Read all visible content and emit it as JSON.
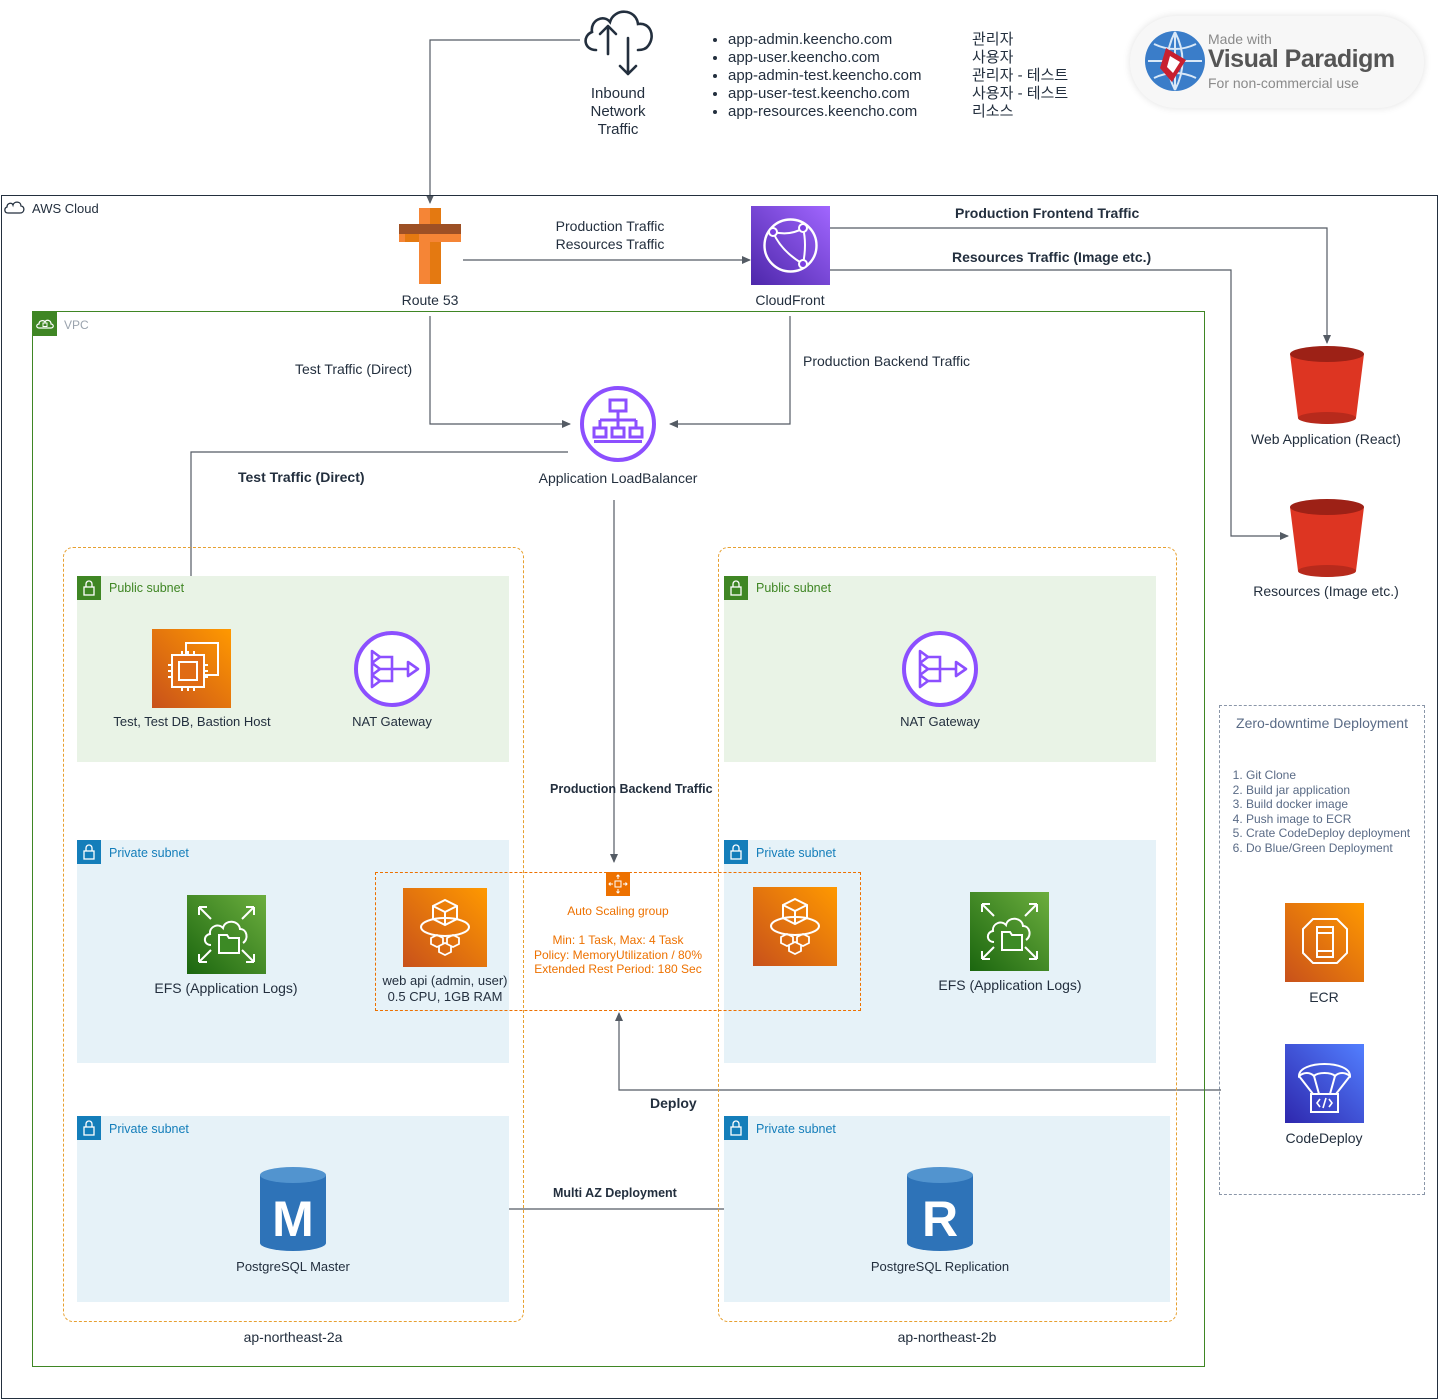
{
  "inbound": {
    "label": "Inbound\nNetwork\nTraffic"
  },
  "domains": [
    {
      "host": "app-admin.keencho.com",
      "desc": "관리자"
    },
    {
      "host": "app-user.keencho.com",
      "desc": "사용자"
    },
    {
      "host": "app-admin-test.keencho.com",
      "desc": "관리자 - 테스트"
    },
    {
      "host": "app-user-test.keencho.com",
      "desc": "사용자 - 테스트"
    },
    {
      "host": "app-resources.keencho.com",
      "desc": "리소스"
    }
  ],
  "watermark": {
    "line1": "Made with",
    "line2": "Visual Paradigm",
    "line3": "For non-commercial use"
  },
  "aws_cloud": {
    "label": "AWS Cloud"
  },
  "vpc": {
    "label": "VPC"
  },
  "nodes": {
    "route53": "Route 53",
    "cloudfront": "CloudFront",
    "alb": "Application LoadBalancer",
    "s3_web": "Web Application (React)",
    "s3_resources": "Resources (Image etc.)",
    "test_host": "Test, Test DB, Bastion Host",
    "nat_a": "NAT Gateway",
    "nat_b": "NAT Gateway",
    "efs_a": "EFS (Application Logs)",
    "efs_b": "EFS (Application Logs)",
    "webapi": "web api (admin, user)\n0.5 CPU, 1GB RAM",
    "pg_master": "PostgreSQL Master",
    "pg_replica": "PostgreSQL Replication",
    "ecr": "ECR",
    "codedeploy": "CodeDeploy"
  },
  "edges": {
    "r53_to_cf": "Production Traffic\nResources Traffic",
    "cf_frontend": "Production Frontend Traffic",
    "cf_resources": "Resources Traffic (Image etc.)",
    "test_direct_1": "Test Traffic (Direct)",
    "test_direct_2": "Test Traffic (Direct)",
    "prod_backend_1": "Production Backend Traffic",
    "prod_backend_2": "Production Backend Traffic",
    "deploy": "Deploy",
    "multi_az": "Multi AZ Deployment"
  },
  "subnets": {
    "public": "Public subnet",
    "private": "Private subnet"
  },
  "asg": {
    "title": "Auto Scaling group",
    "details": "Min: 1 Task, Max: 4 Task\nPolicy: MemoryUtilization / 80%\nExtended Rest Period: 180 Sec"
  },
  "azs": {
    "a": "ap-northeast-2a",
    "b": "ap-northeast-2b"
  },
  "deployment": {
    "title": "Zero-downtime Deployment",
    "steps": [
      "Git Clone",
      "Build jar application",
      "Build docker image",
      "Push image to ECR",
      "Crate CodeDeploy deployment",
      "Do Blue/Green Deployment"
    ]
  },
  "colors": {
    "purple": "#8c4fff",
    "orange": "#ed7100",
    "green": "#3f8624",
    "red": "#dd3522",
    "blue": "#2e73b8",
    "public_bg": "#e9f3e6",
    "private_bg": "#e6f2f8",
    "az_border": "#e7a030"
  }
}
